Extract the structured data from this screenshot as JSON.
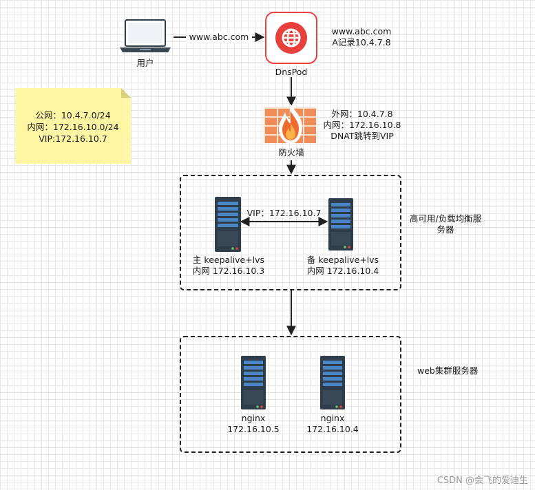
{
  "nodes": {
    "user": {
      "label": "用户"
    },
    "dnspod": {
      "label": "DnsPod"
    },
    "firewall": {
      "label": "防火墙"
    },
    "primary_lb": {
      "line1": "主 keepalive+lvs",
      "line2": "内网 172.16.10.3"
    },
    "backup_lb": {
      "line1": "备 keepalive+lvs",
      "line2": "内网 172.16.10.4"
    },
    "web1": {
      "line1": "nginx",
      "line2": "172.16.10.5"
    },
    "web2": {
      "line1": "nginx",
      "line2": "172.16.10.4"
    }
  },
  "edges": {
    "user_to_dns": "www.abc.com",
    "lb_vip": "VIP：172.16.10.7"
  },
  "annotations": {
    "dns_record": {
      "line1": "www.abc.com",
      "line2": "A记录10.4.7.8"
    },
    "firewall_info": {
      "line1": "外网：10.4.7.8",
      "line2": "内网：172.16.10.8",
      "line3": "DNAT跳转到VIP"
    }
  },
  "note": {
    "line1": "公网：10.4.7.0/24",
    "line2": "内网：172.16.10.0/24",
    "line3": "VIP:172.16.10.7"
  },
  "groups": {
    "lb": {
      "label_line1": "高可用/负载均衡服",
      "label_line2": "务器"
    },
    "web": {
      "label": "web集群服务器"
    }
  },
  "watermark": "CSDN @会飞的爱迪生",
  "colors": {
    "dns_accent": "#e8413d",
    "note_bg": "#fff6a3",
    "server_body": "#2f3d4a",
    "firewall": "#f08c58"
  }
}
